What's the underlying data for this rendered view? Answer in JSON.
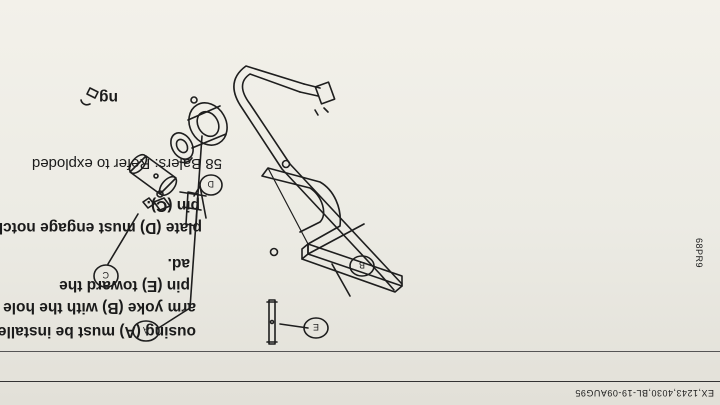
{
  "doc": {
    "footer_code": "EX,1243,4030,BL-19-09AUG95",
    "side_code": "68PR9",
    "lines": [
      "ousing (A) must be installed",
      "arm yoke (B) with the hole",
      "pin (E) toward the",
      "ad.",
      "plate (D) must engage notch",
      "pin (C).",
      "58 Balers: Refer to exploded",
      "ng"
    ]
  },
  "diagram": {
    "callouts": [
      "A",
      "B",
      "C",
      "D",
      "E"
    ]
  }
}
